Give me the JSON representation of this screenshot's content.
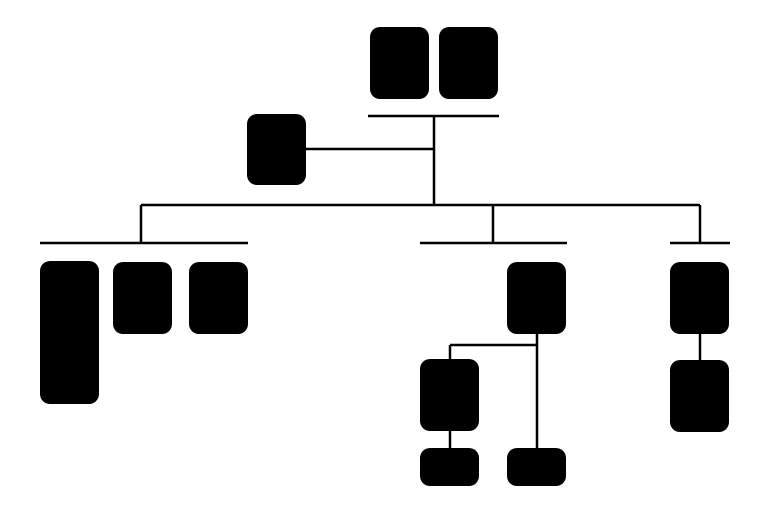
{
  "diagram": {
    "type": "family-tree",
    "line_color": "#000000",
    "node_color": "#000000",
    "background": "#ffffff",
    "nodes": [
      "top-left",
      "top-right",
      "side",
      "tall",
      "left-b",
      "left-c",
      "mid-parent",
      "mid-child",
      "mid-grand",
      "mid-child2",
      "right-a",
      "right-b"
    ]
  }
}
